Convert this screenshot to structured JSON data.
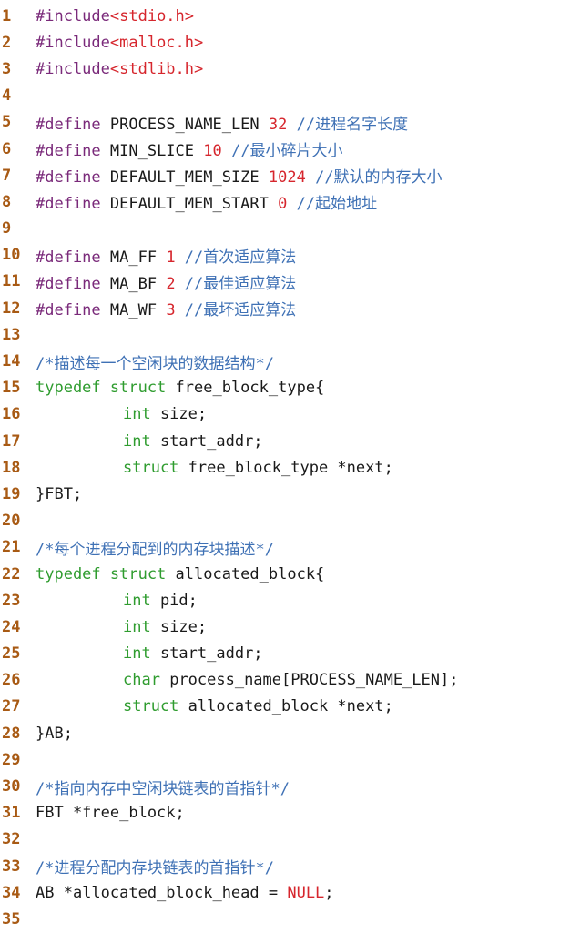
{
  "editor": {
    "lines": [
      {
        "no": "1",
        "parts": [
          {
            "t": "pp",
            "v": "#include"
          },
          {
            "t": "str",
            "v": "<stdio.h>"
          }
        ]
      },
      {
        "no": "2",
        "parts": [
          {
            "t": "pp",
            "v": "#include"
          },
          {
            "t": "str",
            "v": "<malloc.h>"
          }
        ]
      },
      {
        "no": "3",
        "parts": [
          {
            "t": "pp",
            "v": "#include"
          },
          {
            "t": "str",
            "v": "<stdlib.h>"
          }
        ]
      },
      {
        "no": "4",
        "parts": []
      },
      {
        "no": "5",
        "parts": [
          {
            "t": "pp",
            "v": "#define"
          },
          {
            "t": "tx",
            "v": " PROCESS_NAME_LEN "
          },
          {
            "t": "num",
            "v": "32"
          },
          {
            "t": "cm",
            "v": " //进程名字长度"
          }
        ]
      },
      {
        "no": "6",
        "parts": [
          {
            "t": "pp",
            "v": "#define"
          },
          {
            "t": "tx",
            "v": " MIN_SLICE "
          },
          {
            "t": "num",
            "v": "10"
          },
          {
            "t": "cm",
            "v": " //最小碎片大小"
          }
        ]
      },
      {
        "no": "7",
        "parts": [
          {
            "t": "pp",
            "v": "#define"
          },
          {
            "t": "tx",
            "v": " DEFAULT_MEM_SIZE "
          },
          {
            "t": "num",
            "v": "1024"
          },
          {
            "t": "cm",
            "v": " //默认的内存大小"
          }
        ]
      },
      {
        "no": "8",
        "parts": [
          {
            "t": "pp",
            "v": "#define"
          },
          {
            "t": "tx",
            "v": " DEFAULT_MEM_START "
          },
          {
            "t": "num",
            "v": "0"
          },
          {
            "t": "cm",
            "v": " //起始地址"
          }
        ]
      },
      {
        "no": "9",
        "parts": []
      },
      {
        "no": "10",
        "parts": [
          {
            "t": "pp",
            "v": "#define"
          },
          {
            "t": "tx",
            "v": " MA_FF "
          },
          {
            "t": "num",
            "v": "1"
          },
          {
            "t": "cm",
            "v": " //首次适应算法"
          }
        ]
      },
      {
        "no": "11",
        "parts": [
          {
            "t": "pp",
            "v": "#define"
          },
          {
            "t": "tx",
            "v": " MA_BF "
          },
          {
            "t": "num",
            "v": "2"
          },
          {
            "t": "cm",
            "v": " //最佳适应算法"
          }
        ]
      },
      {
        "no": "12",
        "parts": [
          {
            "t": "pp",
            "v": "#define"
          },
          {
            "t": "tx",
            "v": " MA_WF "
          },
          {
            "t": "num",
            "v": "3"
          },
          {
            "t": "cm",
            "v": " //最坏适应算法"
          }
        ]
      },
      {
        "no": "13",
        "parts": []
      },
      {
        "no": "14",
        "parts": [
          {
            "t": "cm",
            "v": "/*描述每一个空闲块的数据结构*/"
          }
        ]
      },
      {
        "no": "15",
        "parts": [
          {
            "t": "kw",
            "v": "typedef struct"
          },
          {
            "t": "tx",
            "v": " free_block_type{"
          }
        ]
      },
      {
        "no": "16",
        "parts": [
          {
            "t": "ind",
            "v": ""
          },
          {
            "t": "kw",
            "v": "int"
          },
          {
            "t": "tx",
            "v": " size;"
          }
        ]
      },
      {
        "no": "17",
        "parts": [
          {
            "t": "ind",
            "v": ""
          },
          {
            "t": "kw",
            "v": "int"
          },
          {
            "t": "tx",
            "v": " start_addr;"
          }
        ]
      },
      {
        "no": "18",
        "parts": [
          {
            "t": "ind",
            "v": ""
          },
          {
            "t": "kw",
            "v": "struct"
          },
          {
            "t": "tx",
            "v": " free_block_type *next;"
          }
        ]
      },
      {
        "no": "19",
        "parts": [
          {
            "t": "tx",
            "v": "}FBT;"
          }
        ]
      },
      {
        "no": "20",
        "parts": []
      },
      {
        "no": "21",
        "parts": [
          {
            "t": "cm",
            "v": "/*每个进程分配到的内存块描述*/"
          }
        ]
      },
      {
        "no": "22",
        "parts": [
          {
            "t": "kw",
            "v": "typedef struct"
          },
          {
            "t": "tx",
            "v": " allocated_block{"
          }
        ]
      },
      {
        "no": "23",
        "parts": [
          {
            "t": "ind",
            "v": ""
          },
          {
            "t": "kw",
            "v": "int"
          },
          {
            "t": "tx",
            "v": " pid;"
          }
        ]
      },
      {
        "no": "24",
        "parts": [
          {
            "t": "ind",
            "v": ""
          },
          {
            "t": "kw",
            "v": "int"
          },
          {
            "t": "tx",
            "v": " size;"
          }
        ]
      },
      {
        "no": "25",
        "parts": [
          {
            "t": "ind",
            "v": ""
          },
          {
            "t": "kw",
            "v": "int"
          },
          {
            "t": "tx",
            "v": " start_addr;"
          }
        ]
      },
      {
        "no": "26",
        "parts": [
          {
            "t": "ind",
            "v": ""
          },
          {
            "t": "kw",
            "v": "char"
          },
          {
            "t": "tx",
            "v": " process_name[PROCESS_NAME_LEN];"
          }
        ]
      },
      {
        "no": "27",
        "parts": [
          {
            "t": "ind",
            "v": ""
          },
          {
            "t": "kw",
            "v": "struct"
          },
          {
            "t": "tx",
            "v": " allocated_block *next;"
          }
        ]
      },
      {
        "no": "28",
        "parts": [
          {
            "t": "tx",
            "v": "}AB;"
          }
        ]
      },
      {
        "no": "29",
        "parts": []
      },
      {
        "no": "30",
        "parts": [
          {
            "t": "cm",
            "v": "/*指向内存中空闲块链表的首指针*/"
          }
        ]
      },
      {
        "no": "31",
        "parts": [
          {
            "t": "tx",
            "v": "FBT *free_block;"
          }
        ]
      },
      {
        "no": "32",
        "parts": []
      },
      {
        "no": "33",
        "parts": [
          {
            "t": "cm",
            "v": "/*进程分配内存块链表的首指针*/"
          }
        ]
      },
      {
        "no": "34",
        "parts": [
          {
            "t": "tx",
            "v": "AB *allocated_block_head = "
          },
          {
            "t": "nul",
            "v": "NULL"
          },
          {
            "t": "tx",
            "v": ";"
          }
        ]
      },
      {
        "no": "35",
        "parts": []
      }
    ]
  }
}
